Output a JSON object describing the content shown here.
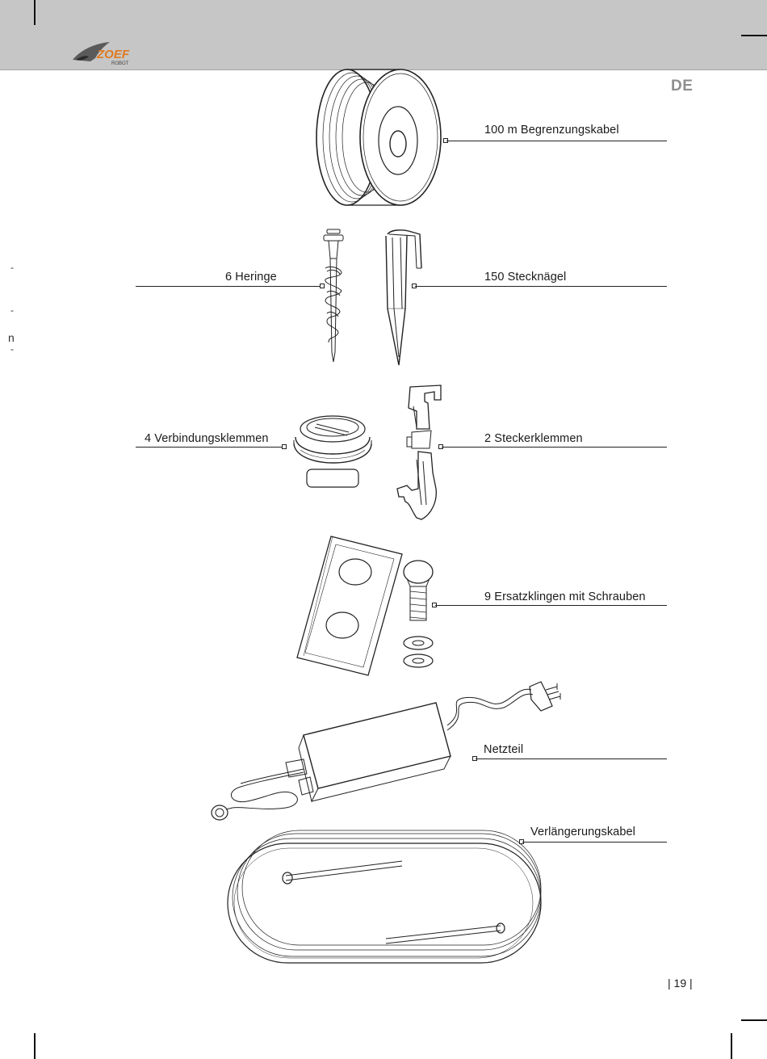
{
  "header": {
    "logo_text": "ZOEF",
    "logo_sub": "ROBOT"
  },
  "language": "DE",
  "margin_marks": [
    "-",
    "-",
    "n",
    "-"
  ],
  "items": [
    {
      "label": "100 m Begrenzungskabel",
      "illustration": "cable-reel-icon"
    },
    {
      "label": "6 Heringe",
      "illustration": "screw-peg-icon"
    },
    {
      "label": "150 Stecknägel",
      "illustration": "ground-staple-icon"
    },
    {
      "label": "4 Verbindungsklemmen",
      "illustration": "connector-clamp-icon"
    },
    {
      "label": "2 Steckerklemmen",
      "illustration": "plug-clamp-icon"
    },
    {
      "label": "9 Ersatzklingen mit Schrauben",
      "illustration": "blade-and-screw-icon"
    },
    {
      "label": "Netzteil",
      "illustration": "power-supply-icon"
    },
    {
      "label": "Verlängerungskabel",
      "illustration": "extension-cable-icon"
    }
  ],
  "page_number": "| 19 |"
}
